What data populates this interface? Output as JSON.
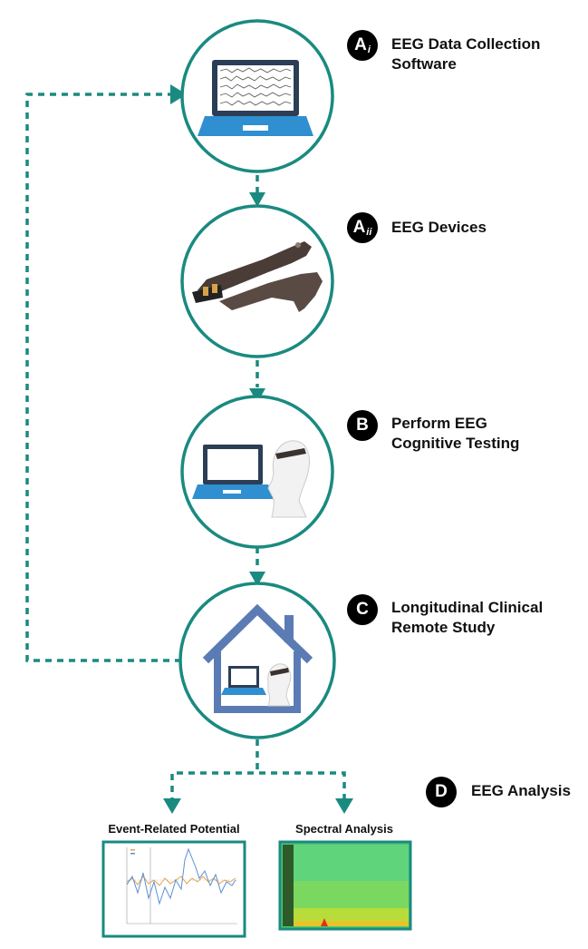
{
  "steps": [
    {
      "badge": "A",
      "badge_sub": "i",
      "line1": "EEG Data Collection",
      "line2": "Software",
      "icon": "laptop-eeg-icon"
    },
    {
      "badge": "A",
      "badge_sub": "ii",
      "line1": "EEG Devices",
      "line2": "",
      "icon": "eeg-headband-icon"
    },
    {
      "badge": "B",
      "badge_sub": "",
      "line1": "Perform EEG",
      "line2": "Cognitive Testing",
      "icon": "laptop-with-head-icon"
    },
    {
      "badge": "C",
      "badge_sub": "",
      "line1": "Longitudinal Clinical",
      "line2": "Remote Study",
      "icon": "house-icon"
    },
    {
      "badge": "D",
      "badge_sub": "",
      "line1": "EEG Analysis",
      "line2": "",
      "icon": ""
    }
  ],
  "panels": {
    "erp_title": "Event-Related Potential",
    "spectral_title": "Spectral Analysis"
  },
  "colors": {
    "teal": "#1a8a80",
    "house": "#5b7bb4",
    "laptop_blue": "#2f8fd0"
  }
}
